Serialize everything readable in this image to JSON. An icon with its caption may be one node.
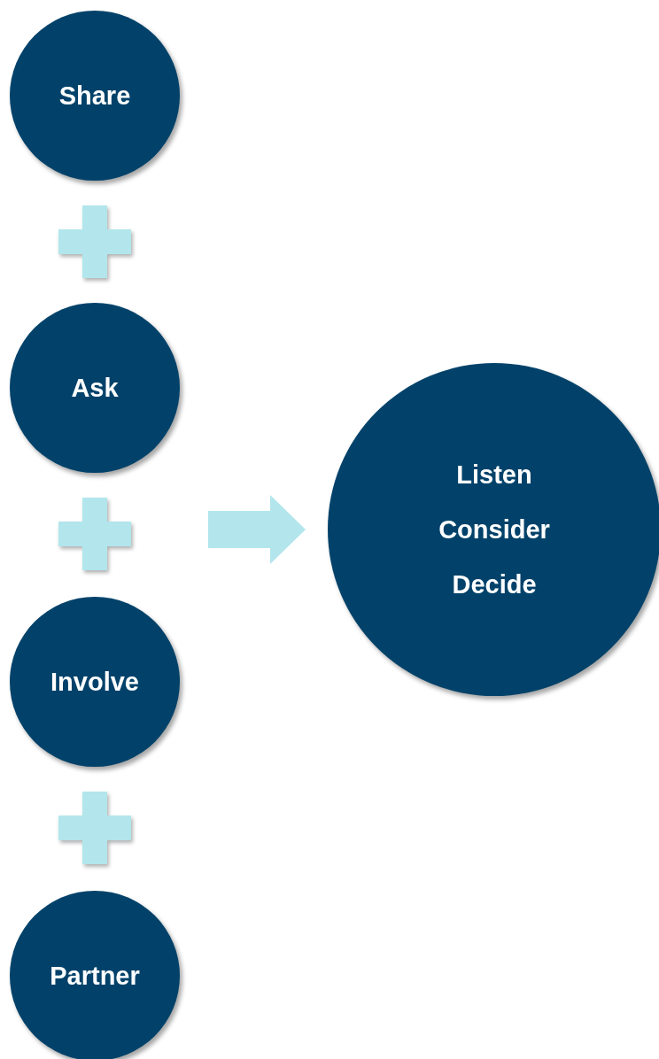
{
  "diagram": {
    "nodes": [
      {
        "text": [
          "Share"
        ]
      },
      {
        "text": [
          "Ask"
        ]
      },
      {
        "text": [
          "Involve"
        ]
      },
      {
        "text": [
          "Partner"
        ]
      },
      {
        "text": [
          "Listen",
          "Consider",
          "Decide"
        ]
      }
    ],
    "edges": [
      {
        "from": null,
        "to": 4,
        "arrow": "to"
      }
    ]
  }
}
